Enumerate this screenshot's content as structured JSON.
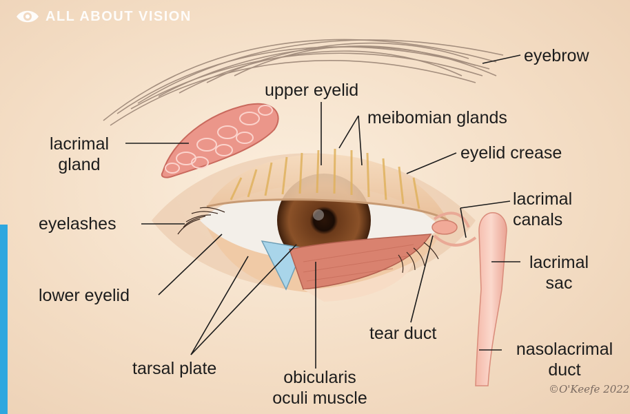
{
  "brand": {
    "name": "ALL ABOUT VISION",
    "icon": "eye-logo-icon"
  },
  "labels": {
    "eyebrow": "eyebrow",
    "upper_eyelid": "upper eyelid",
    "meibomian_glands": "meibomian glands",
    "lacrimal_gland_line1": "lacrimal",
    "lacrimal_gland_line2": "gland",
    "eyelid_crease": "eyelid crease",
    "lacrimal_canals_line1": "lacrimal",
    "lacrimal_canals_line2": "canals",
    "eyelashes": "eyelashes",
    "lacrimal_sac_line1": "lacrimal",
    "lacrimal_sac_line2": "sac",
    "lower_eyelid": "lower eyelid",
    "tear_duct": "tear duct",
    "nasolacrimal_duct_line1": "nasolacrimal",
    "nasolacrimal_duct_line2": "duct",
    "tarsal_plate": "tarsal plate",
    "obicularis_line1": "obicularis",
    "obicularis_line2": "oculi muscle"
  },
  "signature": "©O'Keefe 2022",
  "colors": {
    "accent_bar": "#2ea7df",
    "skin": "#f3dcc3",
    "gland": "#e98f85",
    "iris": "#7a4522"
  }
}
